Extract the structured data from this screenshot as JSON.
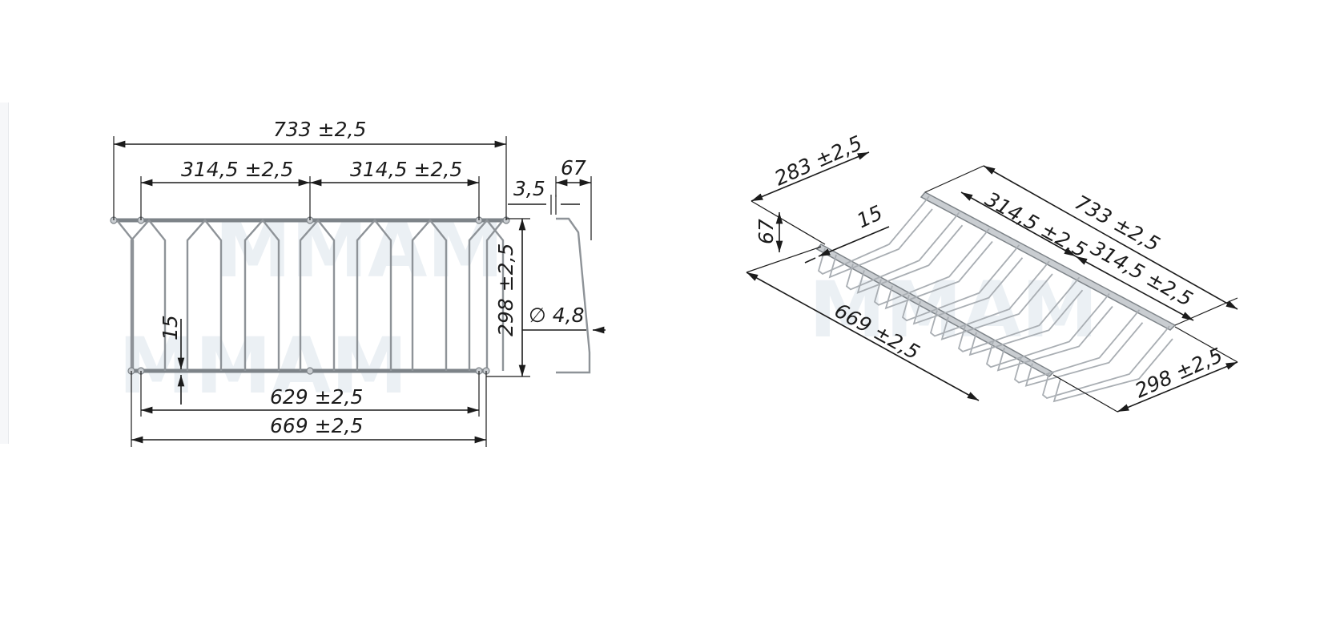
{
  "front_view": {
    "overall_width": "733 ±2,5",
    "left_section": "314,5 ±2,5",
    "right_section": "314,5 ±2,5",
    "rail_offset": "3,5",
    "depth": "67",
    "height": "298 ±2,5",
    "wire_diameter": "∅ 4,8",
    "gap": "15",
    "inner_length": "629 ±2,5",
    "bottom_length": "669 ±2,5"
  },
  "iso_view": {
    "width": "283 ±2,5",
    "depth": "67",
    "gap": "15",
    "bottom_length": "669 ±2,5",
    "overall_length": "733 ±2,5",
    "left_section": "314,5 ±2,5",
    "right_section": "314,5 ±2,5",
    "height": "298 ±2,5"
  },
  "watermark": {
    "text": "MMAM"
  },
  "colors": {
    "wire": "#8e9398",
    "dimension": "#1b1b1b",
    "watermark": "#dfe7ee"
  }
}
